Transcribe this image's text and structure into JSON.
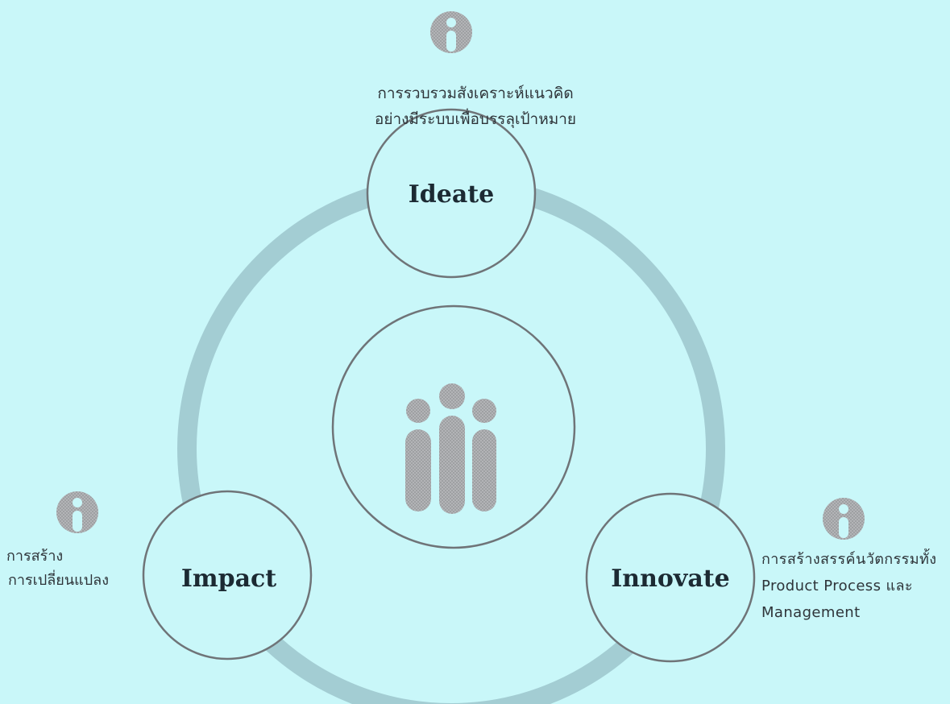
{
  "nodes": {
    "ideate": {
      "title": "Ideate",
      "lines": [
        "การรวบรวมสังเคราะห์แนวคิด",
        "อย่างมีระบบเพื่อบรรลุเป้าหมาย"
      ]
    },
    "impact": {
      "title": "Impact",
      "lines": [
        "การสร้าง",
        "การเปลี่ยนแปลง"
      ]
    },
    "innovate": {
      "title": "Innovate",
      "lines": [
        "การสร้างสรรค์นวัตกรรมทั้ง",
        "Product Process และ",
        "Management"
      ]
    }
  },
  "icons": {
    "info": "info-person-icon",
    "center": "three-people-logo-icon"
  },
  "colors": {
    "background": "#c9f7f9",
    "ring": "#a3cdd3",
    "circle_stroke": "#6f7478",
    "icon_gray": "#a9aaad",
    "text": "#1c2a33"
  }
}
